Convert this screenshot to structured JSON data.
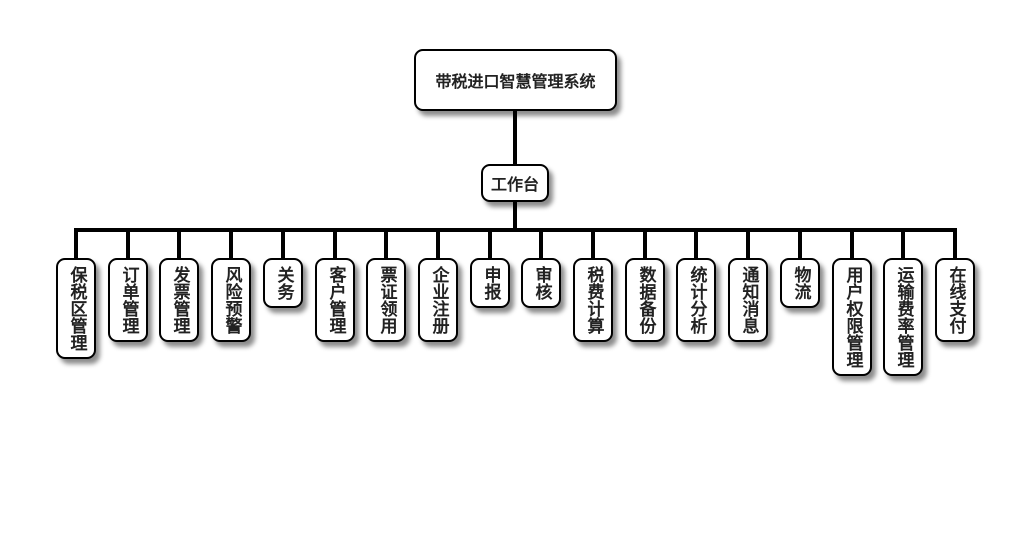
{
  "diagram": {
    "root": "带税进口智慧管理系统",
    "hub": "工作台",
    "modules": [
      "保税区管理",
      "订单管理",
      "发票管理",
      "风险预警",
      "关务",
      "客户管理",
      "票证领用",
      "企业注册",
      "申报",
      "审核",
      "税费计算",
      "数据备份",
      "统计分析",
      "通知消息",
      "物流",
      "用户权限管理",
      "运输费率管理",
      "在线支付"
    ]
  }
}
